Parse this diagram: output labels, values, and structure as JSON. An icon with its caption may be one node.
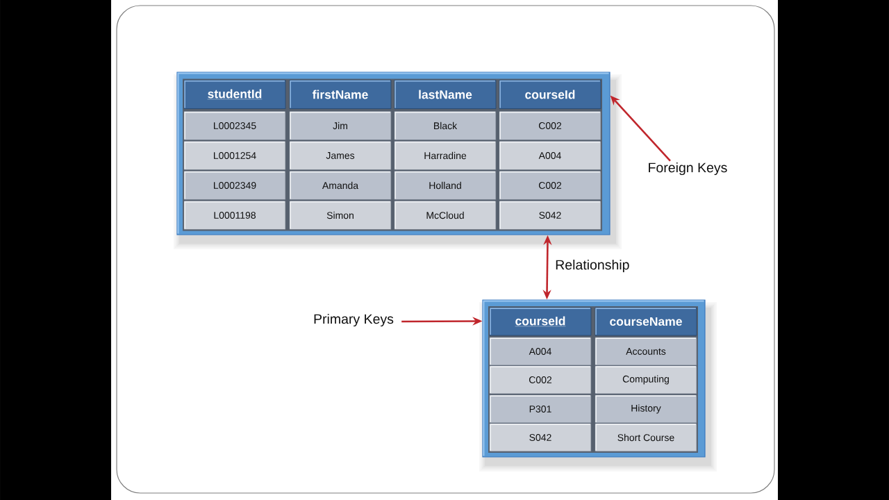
{
  "diagram": {
    "nodes": [
      {
        "text": [],
        "shape": "box"
      },
      {
        "text": [
          "studentId"
        ],
        "in": 0
      },
      {
        "text": [
          "firstName"
        ],
        "in": 0
      },
      {
        "text": [
          "lastName"
        ],
        "in": 0
      },
      {
        "text": [
          "courseId"
        ],
        "in": 0
      },
      {
        "text": [
          "L0002345"
        ],
        "in": 0
      },
      {
        "text": [
          "Jim"
        ],
        "in": 0
      },
      {
        "text": [
          "Black"
        ],
        "in": 0
      },
      {
        "text": [
          "C002"
        ],
        "in": 0
      },
      {
        "text": [
          "L0001254"
        ],
        "in": 0
      },
      {
        "text": [
          "James"
        ],
        "in": 0
      },
      {
        "text": [
          "Harradine"
        ],
        "in": 0
      },
      {
        "text": [
          "A004"
        ],
        "in": 0
      },
      {
        "text": [
          "L0002349"
        ],
        "in": 0
      },
      {
        "text": [
          "Amanda"
        ],
        "in": 0
      },
      {
        "text": [
          "Holland"
        ],
        "in": 0
      },
      {
        "text": [
          "C002"
        ],
        "in": 0
      },
      {
        "text": [
          "L0001198"
        ],
        "in": 0
      },
      {
        "text": [
          "Simon"
        ],
        "in": 0
      },
      {
        "text": [
          "McCloud"
        ],
        "in": 0
      },
      {
        "text": [
          "S042"
        ],
        "in": 0
      },
      {
        "text": [
          "Foreign Keys"
        ]
      },
      {
        "text": [
          "Primary Keys"
        ]
      },
      {
        "text": [],
        "shape": "box"
      },
      {
        "text": [
          "courseId"
        ],
        "in": 23
      },
      {
        "text": [
          "courseName"
        ],
        "in": 23
      },
      {
        "text": [
          "A004"
        ],
        "in": 23
      },
      {
        "text": [
          "Accounts"
        ],
        "in": 23
      },
      {
        "text": [
          "C002"
        ],
        "in": 23
      },
      {
        "text": [
          "Computing"
        ],
        "in": 23
      },
      {
        "text": [
          "P301"
        ],
        "in": 23
      },
      {
        "text": [
          "History"
        ],
        "in": 23
      },
      {
        "text": [
          "S042"
        ],
        "in": 23
      },
      {
        "text": [
          "Short Course"
        ],
        "in": 23
      }
    ],
    "edges": [
      {
        "from": 21,
        "to": 0,
        "arrow": "to"
      },
      {
        "from": 0,
        "to": 23,
        "arrow": "both",
        "label": "Relationship"
      },
      {
        "from": 22,
        "to": 23,
        "arrow": "to"
      }
    ]
  }
}
